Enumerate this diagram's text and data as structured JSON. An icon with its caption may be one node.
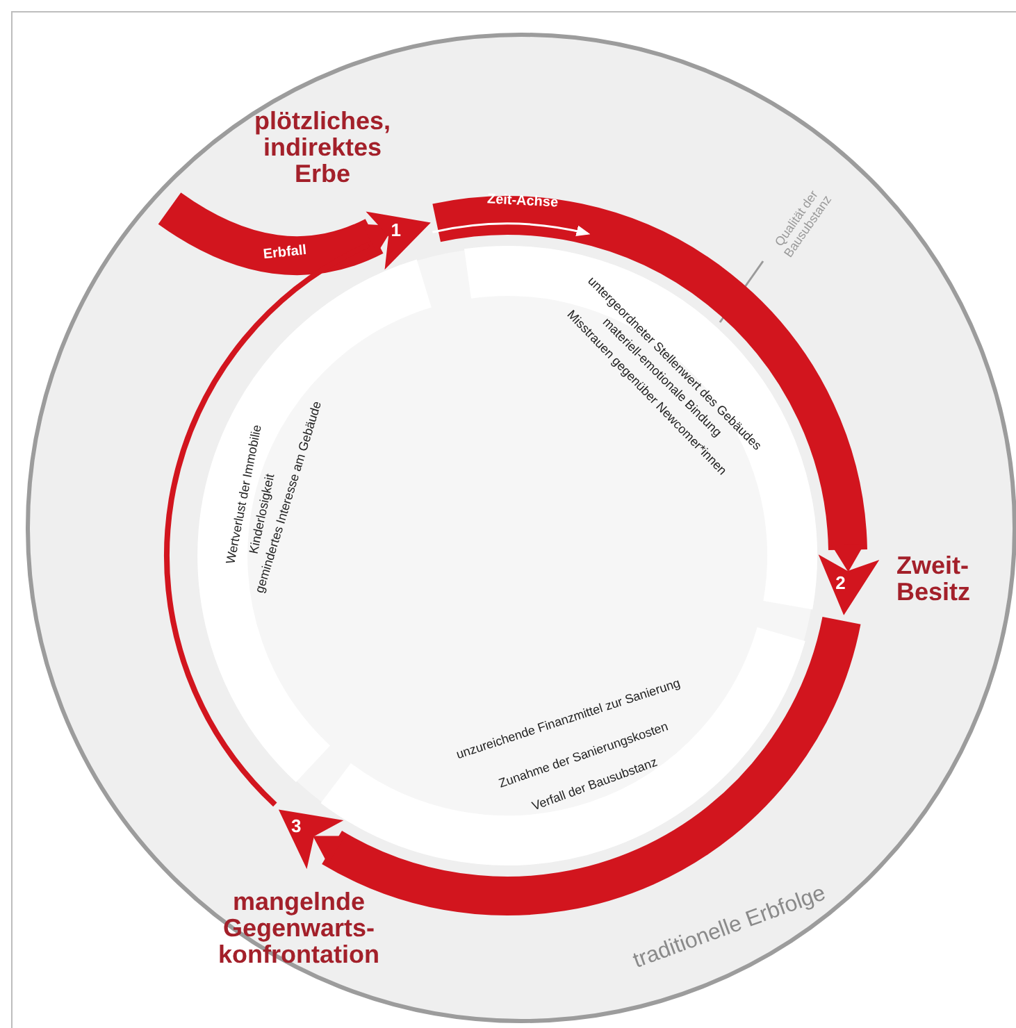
{
  "diagram": {
    "nodes": [
      {
        "text": [
          "1"
        ],
        "beside": [
          "plötzliches, indirektes Erbe"
        ]
      },
      {
        "text": [
          "2"
        ],
        "beside": [
          "Zweit- Besitz"
        ]
      },
      {
        "text": [
          "3"
        ],
        "beside": [
          "mangelnde Gegenwarts- konfrontation"
        ]
      }
    ],
    "edges": [
      {
        "from": null,
        "to": 0,
        "arrow": "to",
        "label": "Erbfall"
      },
      {
        "from": 0,
        "to": 1,
        "arrow": "to"
      },
      {
        "from": 1,
        "to": 2,
        "arrow": "to"
      },
      {
        "from": 2,
        "to": 0,
        "arrow": "none"
      }
    ],
    "labels": [
      "Zeit-Achse",
      "Qualität der Bausubstanz",
      "untergeordneter Stellenwert des Gebäudes",
      "materiell-emotionale Bindung",
      "Misstrauen gegenüber Newcomer*innen",
      "Wertverlust der Immobilie",
      "Kinderlosigkeit",
      "gemindertes Interesse am Gebäude",
      "unzureichende Finanzmittel zur Sanierung",
      "Zunahme der Sanierungskosten",
      "Verfall der Bausubstanz",
      "traditionelle Erbfolge"
    ]
  }
}
